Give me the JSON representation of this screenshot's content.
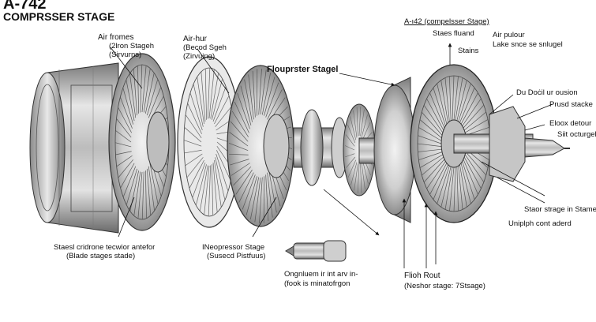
{
  "header": {
    "title": "A-742",
    "subtitle": "COMPRSSER STAGE"
  },
  "labels": {
    "air_frames": "Air fromes",
    "air_frames_sub1": "(2lron Stageh",
    "air_frames_sub2": "(Sirvurns)",
    "air_hur": "Air-hur",
    "air_hur_sub1": "(Becod Sgeh",
    "air_hur_sub2": "(Zirvuing)",
    "flouprster": "Flouprster Stagel",
    "stage_ref": "A-ı42 (compelsser Stage)",
    "staes_fluand": "Staes fluand",
    "air_pulour": "Air pulour",
    "lake_snce": "Lake snce se snlugel",
    "stains": "Stains",
    "du_docil": "Du Doċil ur ousion",
    "prusd_stacke": "Prusd stacke",
    "eloox_detour": "Eloox detour",
    "siit_octurgel": "Siit octurgel",
    "staor_strage": "Staor strage in Stame",
    "uniplph": "Uniplph cont aderd",
    "staesl_cridrone": "Staesl cridrone tecwior antefor",
    "blade_stages": "(Blade stages stade)",
    "ineopressor": "INeopressor Stage",
    "susecd": "(Susecd Pistfuus)",
    "ongnluem": "Ongnluem ir int arv in-",
    "fook": "(fook is minatofrgon",
    "flioh_rout": "Flioh Rout",
    "neshor": "(Neshor stage: 7Stsage)"
  },
  "colors": {
    "metal_light": "#d9d9d9",
    "metal_mid": "#a9a9a9",
    "metal_dark": "#5e5e5e",
    "line": "#1a1a1a"
  }
}
